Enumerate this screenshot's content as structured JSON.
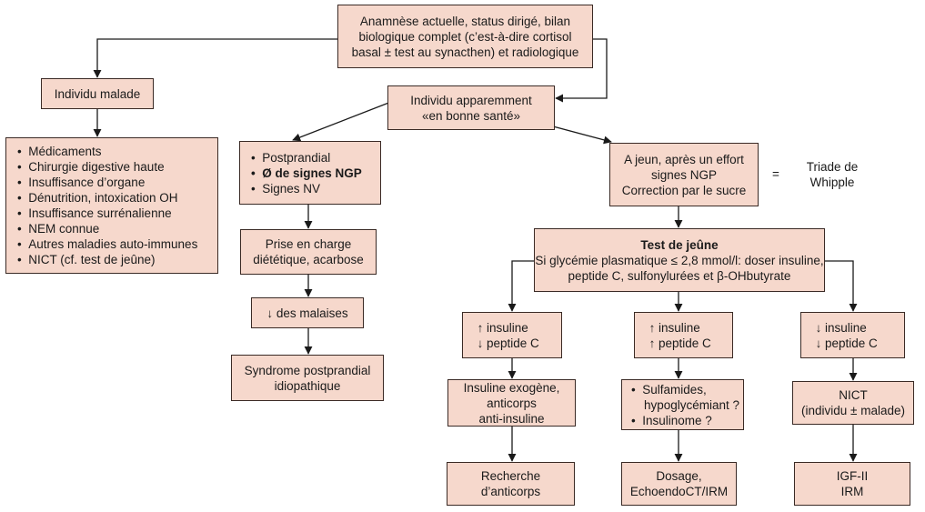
{
  "boxes": {
    "top": [
      "Anamnèse actuelle, status dirigé, bilan",
      "biologique complet (c’est-à-dire cortisol",
      "basal ± test au synacthen) et radiologique"
    ],
    "malade": [
      "Individu malade"
    ],
    "malade_list": [
      "Médicaments",
      "Chirurgie digestive haute",
      "Insuffisance d’organe",
      "Dénutrition, intoxication OH",
      "Insuffisance surrénalienne",
      "NEM connue",
      "Autres maladies auto-immunes",
      "NICT (cf. test de jeûne)"
    ],
    "sante": [
      "Individu apparemment",
      "«en bonne santé»"
    ],
    "postprandial": [
      "Postprandial",
      "Ø de signes NGP",
      "Signes NV"
    ],
    "prise": [
      "Prise en charge",
      "diététique, acarbose"
    ],
    "malaises_arrow": "↓",
    "malaises_text": "des malaises",
    "syndrome": [
      "Syndrome postprandial",
      "idiopathique"
    ],
    "jeun": [
      "A jeun, après un effort",
      "signes NGP",
      "Correction par le sucre"
    ],
    "triade_eq": "=",
    "triade": [
      "Triade de",
      "Whipple"
    ],
    "test": [
      "Test de jeûne",
      "Si glycémie plasmatique ≤ 2,8 mmol/l: doser insuline,",
      "peptide C, sulfonylurées et β-OHbutyrate"
    ],
    "b1": [
      [
        "↑",
        "insuline"
      ],
      [
        "↓",
        "peptide C"
      ]
    ],
    "b2": [
      [
        "↑",
        "insuline"
      ],
      [
        "↑",
        "peptide C"
      ]
    ],
    "b3": [
      [
        "↓",
        "insuline"
      ],
      [
        "↓",
        "peptide C"
      ]
    ],
    "c1": [
      "Insuline exogène,",
      "anticorps",
      "anti-insuline"
    ],
    "c2": [
      "Sulfamides,",
      "hypoglycémiant ?",
      "Insulinome ?"
    ],
    "c3": [
      "NICT",
      "(individu ± malade)"
    ],
    "d1": [
      "Recherche",
      "d’anticorps"
    ],
    "d2": [
      "Dosage,",
      "EchoendoCT/IRM"
    ],
    "d3": [
      "IGF-II",
      "IRM"
    ]
  },
  "colors": {
    "box_fill": "#f6d8cc",
    "stroke": "#3a2a25"
  }
}
